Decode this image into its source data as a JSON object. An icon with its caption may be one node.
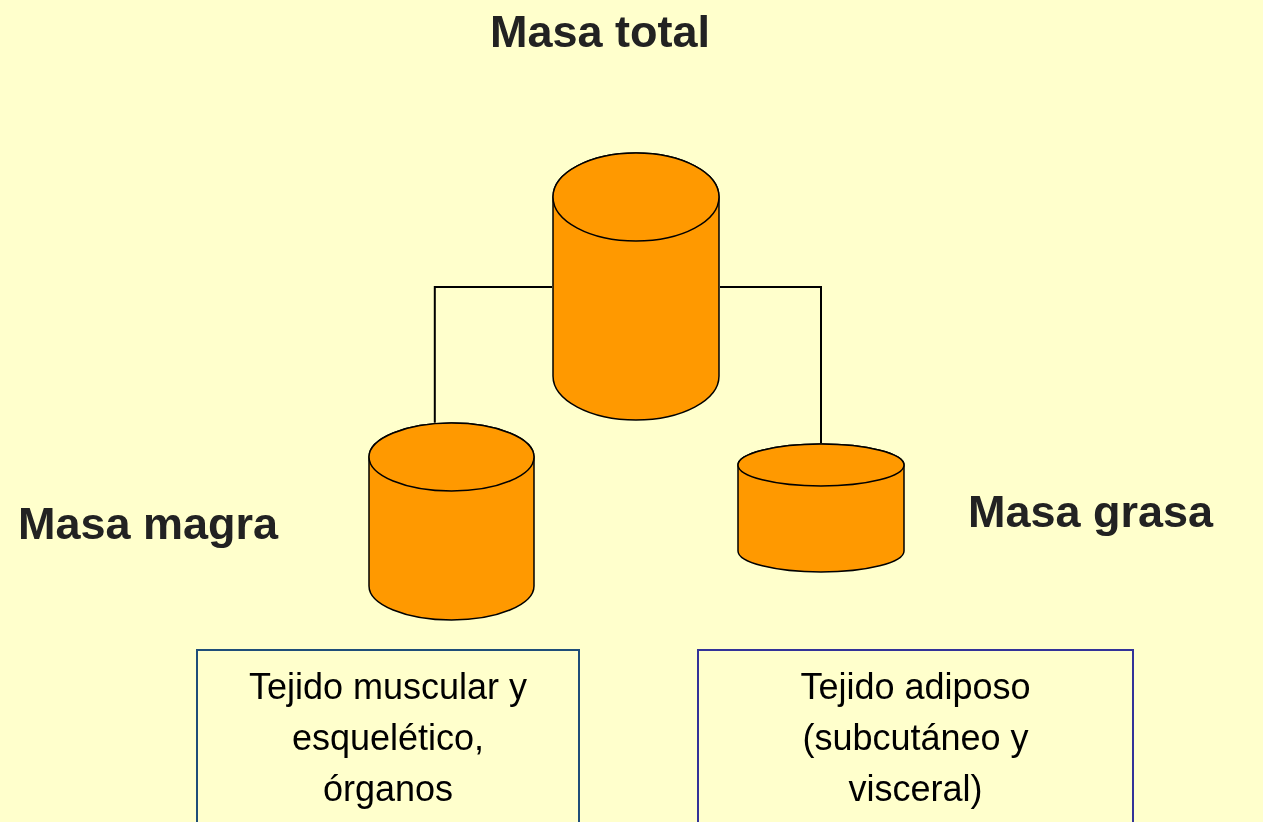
{
  "diagram": {
    "title": "Masa total",
    "nodes": [
      {
        "text": [],
        "shape": "cylinder"
      },
      {
        "text": [],
        "shape": "cylinder",
        "beside": [
          "Masa magra"
        ]
      },
      {
        "text": [],
        "shape": "cylinder",
        "beside": [
          "Masa grasa"
        ]
      },
      {
        "text": [
          "Tejido muscular y esquelético, órganos"
        ]
      },
      {
        "text": [
          "Tejido adiposo (subcutáneo y visceral)"
        ]
      }
    ],
    "edges": [
      {
        "from": 0,
        "to": 1,
        "arrow": "none"
      },
      {
        "from": 0,
        "to": 2,
        "arrow": "none"
      }
    ]
  }
}
